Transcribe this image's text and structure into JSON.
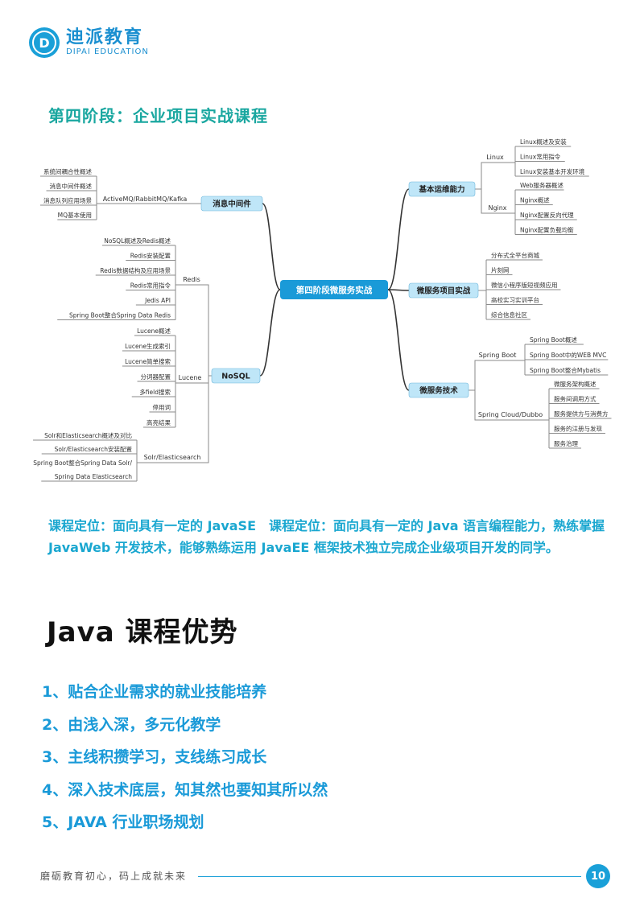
{
  "header": {
    "brand_cn": "迪派教育",
    "brand_en": "DIPAI EDUCATION"
  },
  "stage_title": "第四阶段：企业项目实战课程",
  "mindmap": {
    "center": "第四阶段微服务实战",
    "left": [
      {
        "label": "消息中间件",
        "groups": [
          {
            "label": "ActiveMQ/RabbitMQ/Kafka",
            "leaves": [
              "系统间耦合性概述",
              "消息中间件概述",
              "消息队列应用场景",
              "MQ基本使用"
            ]
          }
        ]
      },
      {
        "label": "NoSQL",
        "groups": [
          {
            "label": "Redis",
            "leaves": [
              "NoSQL概述及Redis概述",
              "Redis安装配置",
              "Redis数据结构及应用场景",
              "Redis常用指令",
              "Jedis API",
              "Spring Boot整合Spring Data Redis"
            ]
          },
          {
            "label": "Lucene",
            "leaves": [
              "Lucene概述",
              "Lucene生成索引",
              "Lucene简单搜索",
              "分词器配置",
              "多field搜索",
              "停用词",
              "高亮结果"
            ]
          },
          {
            "label": "Solr/Elasticsearch",
            "leaves": [
              "Solr和Elasticsearch概述及对比",
              "Solr/Elasticsearch安装配置",
              "Spring Boot整合Spring Data Solr/",
              "Spring Data Elasticsearch"
            ]
          }
        ]
      }
    ],
    "right": [
      {
        "label": "基本运维能力",
        "groups": [
          {
            "label": "Linux",
            "leaves": [
              "Linux概述及安装",
              "Linux常用指令",
              "Linux安装基本开发环境"
            ]
          },
          {
            "label": "Nginx",
            "leaves": [
              "Web服务器概述",
              "Nginx概述",
              "Nginx配置反向代理",
              "Nginx配置负载均衡"
            ]
          }
        ]
      },
      {
        "label": "微服务项目实战",
        "groups": [
          {
            "label": "",
            "leaves": [
              "分布式全平台商城",
              "片刻网",
              "微信小程序版短视频应用",
              "高校实习实训平台",
              "综合信息社区"
            ]
          }
        ]
      },
      {
        "label": "微服务技术",
        "groups": [
          {
            "label": "Spring Boot",
            "leaves": [
              "Spring Boot概述",
              "Spring Boot中的WEB MVC",
              "Spring Boot整合Mybatis"
            ]
          },
          {
            "label": "Spring Cloud/Dubbo",
            "leaves": [
              "微服务架构概述",
              "服务间调用方式",
              "服务提供方与消费方",
              "服务的注册与发现",
              "服务治理"
            ]
          }
        ]
      }
    ]
  },
  "positioning": "课程定位：面向具有一定的 JavaSE　课程定位：面向具有一定的 Java 语言编程能力，熟练掌握 JavaWeb 开发技术，能够熟练运用 JavaEE 框架技术独立完成企业级项目开发的同学。",
  "advantages": {
    "title": "Java 课程优势",
    "items": [
      "1、贴合企业需求的就业技能培养",
      "2、由浅入深，多元化教学",
      "3、主线积攒学习，支线练习成长",
      "4、深入技术底层，知其然也要知其所以然",
      "5、JAVA 行业职场规划"
    ]
  },
  "footer": {
    "slogan": "磨砺教育初心，码上成就未来",
    "page": "10"
  },
  "colors": {
    "brand": "#1aa0d8",
    "title_teal": "#1aa7a0",
    "node_fill": "#bfe6f8",
    "center_fill": "#1a9ad8"
  }
}
